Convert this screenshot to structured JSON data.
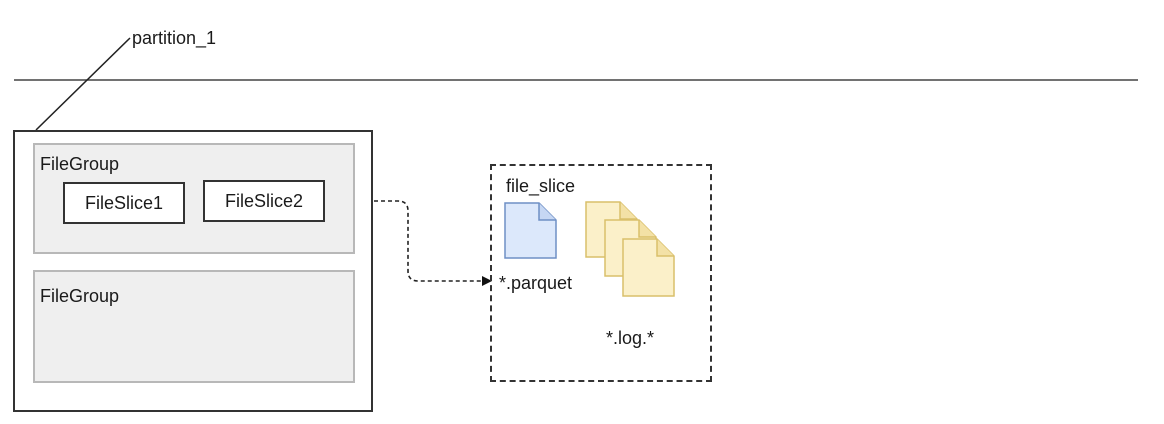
{
  "partition": {
    "label": "partition_1"
  },
  "file_groups": [
    {
      "label": "FileGroup",
      "file_slices": [
        "FileSlice1",
        "FileSlice2"
      ]
    },
    {
      "label": "FileGroup",
      "file_slices": []
    }
  ],
  "file_slice_detail": {
    "label": "file_slice",
    "parquet_label": "*.parquet",
    "log_label": "*.log.*"
  },
  "colors": {
    "parquet_fill": "#dce8fb",
    "parquet_stroke": "#6e8fc5",
    "log_fill": "#fbf0c9",
    "log_stroke": "#d9bf6a",
    "filegroup_fill": "#efefef",
    "line": "#333333"
  },
  "icons": [
    "parquet-file-icon",
    "log-file-icon"
  ]
}
